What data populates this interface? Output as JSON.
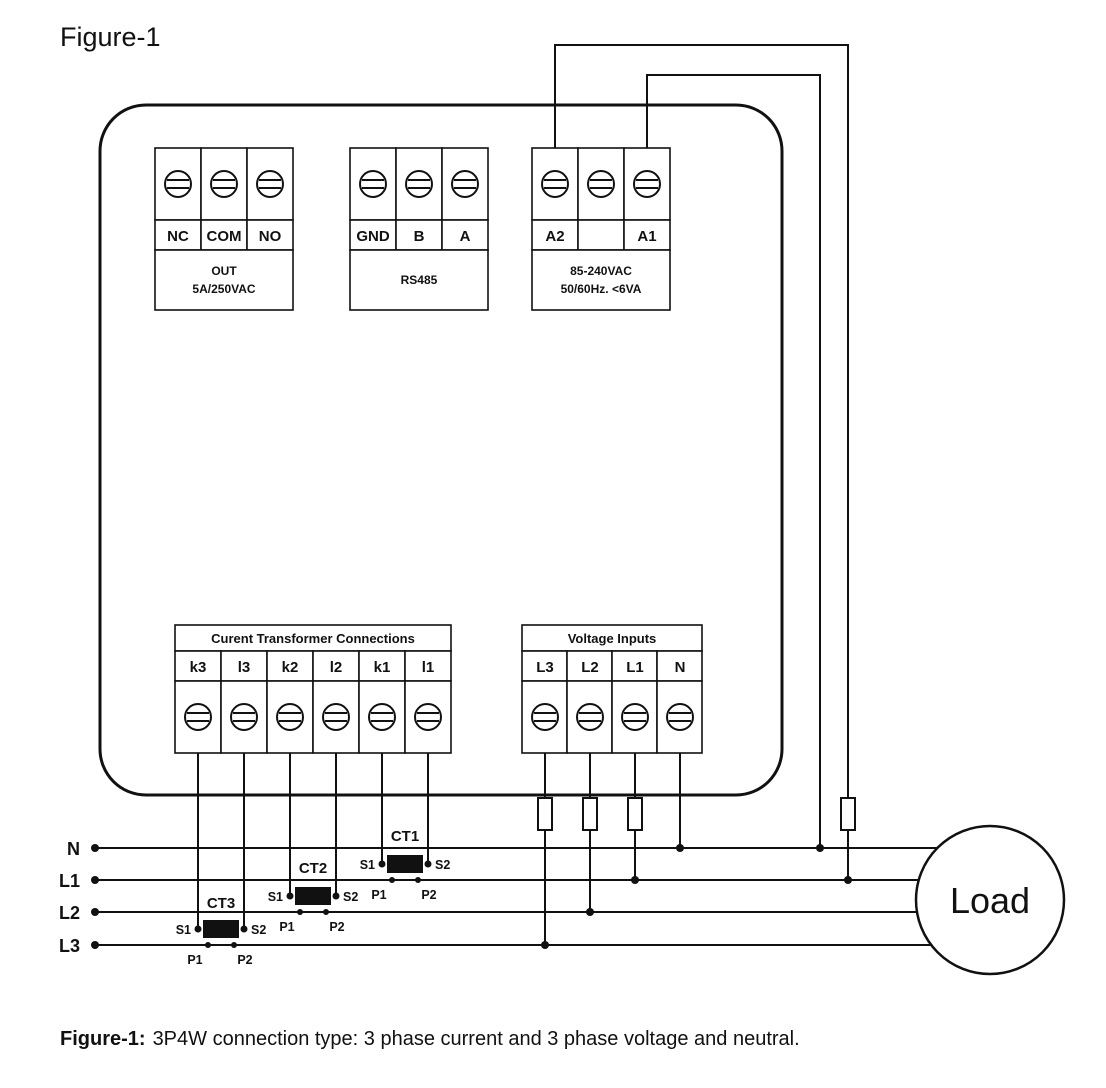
{
  "title": "Figure-1",
  "device": {
    "relay_block": {
      "terminals": [
        "NC",
        "COM",
        "NO"
      ],
      "label_line1": "OUT",
      "label_line2": "5A/250VAC"
    },
    "rs485_block": {
      "terminals": [
        "GND",
        "B",
        "A"
      ],
      "label": "RS485"
    },
    "power_block": {
      "terminals": [
        "A2",
        "",
        "A1"
      ],
      "label_line1": "85-240VAC",
      "label_line2": "50/60Hz. <6VA"
    },
    "ct_block": {
      "header": "Curent Transformer Connections",
      "terminals": [
        "k3",
        "l3",
        "k2",
        "l2",
        "k1",
        "l1"
      ]
    },
    "voltage_block": {
      "header": "Voltage Inputs",
      "terminals": [
        "L3",
        "L2",
        "L1",
        "N"
      ]
    }
  },
  "bus": {
    "labels": [
      "N",
      "L1",
      "L2",
      "L3"
    ]
  },
  "cts": [
    {
      "name": "CT1",
      "s1": "S1",
      "s2": "S2",
      "p1": "P1",
      "p2": "P2"
    },
    {
      "name": "CT2",
      "s1": "S1",
      "s2": "S2",
      "p1": "P1",
      "p2": "P2"
    },
    {
      "name": "CT3",
      "s1": "S1",
      "s2": "S2",
      "p1": "P1",
      "p2": "P2"
    }
  ],
  "load": {
    "label": "Load"
  },
  "caption": {
    "label": "Figure-1:",
    "text": "3P4W connection type: 3 phase current and 3 phase voltage and neutral."
  },
  "colors": {
    "line": "#111111",
    "background": "#ffffff"
  }
}
